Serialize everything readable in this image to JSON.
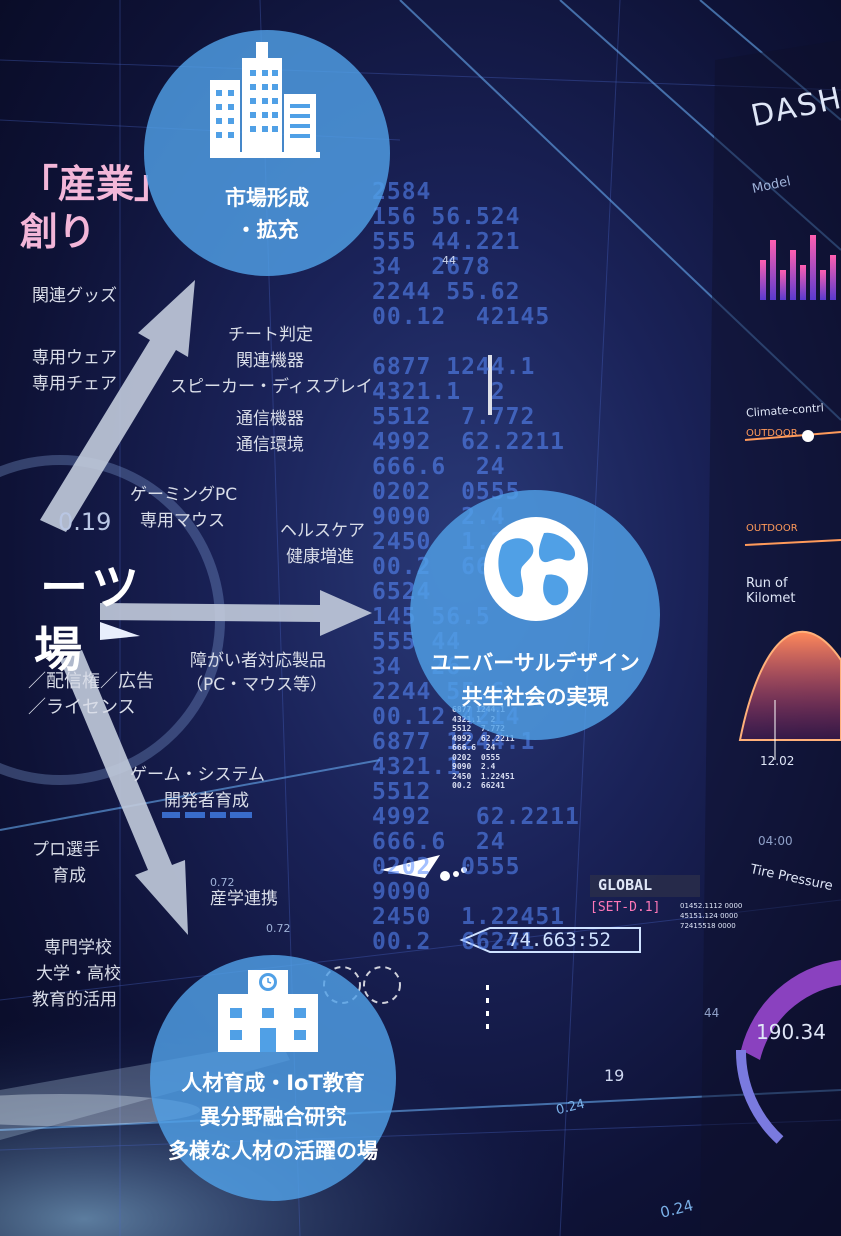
{
  "left_heading": {
    "line1": "「産業」",
    "line2": "創り"
  },
  "left_mid": {
    "line1": "ーツ",
    "line2": "場",
    "sub1": "／配信権／広告",
    "sub2": "／ライセンス",
    "num": "0.19"
  },
  "circles": {
    "market": {
      "line1": "市場形成",
      "line2": "・拡充",
      "icon": "building-icon"
    },
    "universal": {
      "line1": "ユニバーサルデザイン",
      "line2": "共生社会の実現",
      "icon": "globe-icon"
    },
    "talent": {
      "line1": "人材育成・IoT教育",
      "line2": "異分野融合研究",
      "line3": "多様な人材の活躍の場",
      "icon": "school-icon"
    }
  },
  "labels": {
    "related_goods": "関連グッズ",
    "wear_chair_1": "専用ウェア",
    "wear_chair_2": "専用チェア",
    "cheat_1": "チート判定",
    "cheat_2": "関連機器",
    "cheat_3": "スピーカー・ディスプレイ",
    "cheat_4": "通信機器",
    "cheat_5": "通信環境",
    "gaming_1": "ゲーミングPC",
    "gaming_2": "専用マウス",
    "health_1": "ヘルスケア",
    "health_2": "健康増進",
    "disability_1": "障がい者対応製品",
    "disability_2": "（PC・マウス等）",
    "dev_1": "ゲーム・システム",
    "dev_2": "開発者育成",
    "pro_1": "プロ選手",
    "pro_2": "育成",
    "industry": "産学連携",
    "school_1": "専門学校",
    "school_2": "大学・高校",
    "school_3": "教育的活用"
  },
  "dashboard": {
    "title": "DASHBO",
    "model": "Model",
    "climate": "Climate-contrl",
    "outdoor1": "OUTDOOR",
    "outdoor2": "OUTDOOR",
    "run": "Run of Kilomet",
    "tire": "Tire Pressure",
    "v1202": "12.02",
    "v0400": "04:00",
    "v19034": "190.34",
    "global": "GLOBAL",
    "set": "[SET-D.1]",
    "readout": "74.663:52",
    "n44a": "44",
    "n44b": "44",
    "n072a": "0.72",
    "n072b": "0.72",
    "n19": "19",
    "n024a": "0.24",
    "n024b": "0.24",
    "g1": "01452.1112  0000",
    "g2": "45151.124   0000",
    "g3": "72415518  0000"
  },
  "numbers_big": "2584\n156 56.524\n555 44.221\n34  2678\n2244 55.62\n00.12  42145\n\n6877 1244.1\n4321.1  2\n5512  7.772\n4992  62.2211\n666.6  24\n0202  0555\n9090  2.4\n2450  1.22451\n00.2  66241\n6524\n145 56.5\n555 44\n34  26\n2244 55.6\n00.12 4214\n6877 1244.1\n4321.1\n5512\n4992   62.2211\n666.6  24\n0202  0555\n9090\n2450  1.22451\n00.2  66241",
  "numbers_small": "6877 1244.1\n4321.1  2\n5512  7.772\n4992  62.2211\n666.6  24\n0202  0555\n9090  2.4\n2450  1.22451\n00.2  66241",
  "colors": {
    "circle": "#50a0e6",
    "arrow": "#b9c3d6",
    "accent_pink": "#e6508c",
    "text_pink": "#f3b6d8"
  }
}
